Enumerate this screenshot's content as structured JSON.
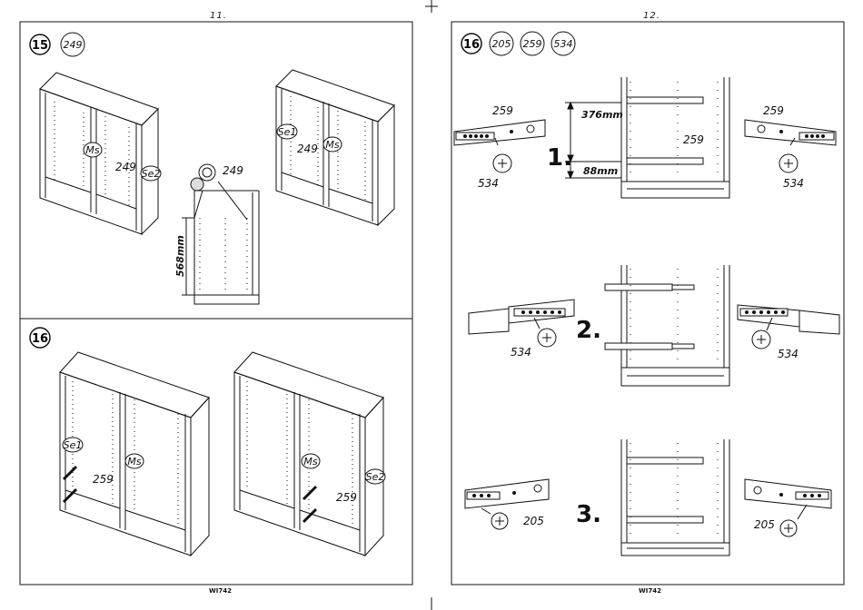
{
  "pages": {
    "left_number": "11.",
    "right_number": "12.",
    "left_footer_code": "WI742",
    "right_footer_code": "WI742"
  },
  "step15": {
    "step_label": "15",
    "part_badge": "249",
    "label_ms": "Ms",
    "label_249_a": "249",
    "label_se2": "Se2",
    "label_249_b": "249",
    "label_568": "568mm",
    "label_se1": "Se1",
    "label_249_c": "249",
    "label_ms_b": "Ms"
  },
  "step16_left": {
    "step_label": "16",
    "label_se1": "Se1",
    "label_259_a": "259",
    "label_ms_a": "Ms",
    "label_ms_b": "Ms",
    "label_259_b": "259",
    "label_se2": "Se2"
  },
  "step16_right": {
    "step_label": "16",
    "badges": [
      "205",
      "259",
      "534"
    ],
    "row1": {
      "label_259_left": "259",
      "label_534_left": "534",
      "dim_top": "376mm",
      "dim_bottom": "88mm",
      "step_number": "1.",
      "label_259_center": "259",
      "label_259_right": "259",
      "label_534_right": "534"
    },
    "row2": {
      "label_534_left": "534",
      "step_number": "2.",
      "label_534_right": "534"
    },
    "row3": {
      "label_205_left": "205",
      "step_number": "3.",
      "label_205_right": "205"
    }
  }
}
